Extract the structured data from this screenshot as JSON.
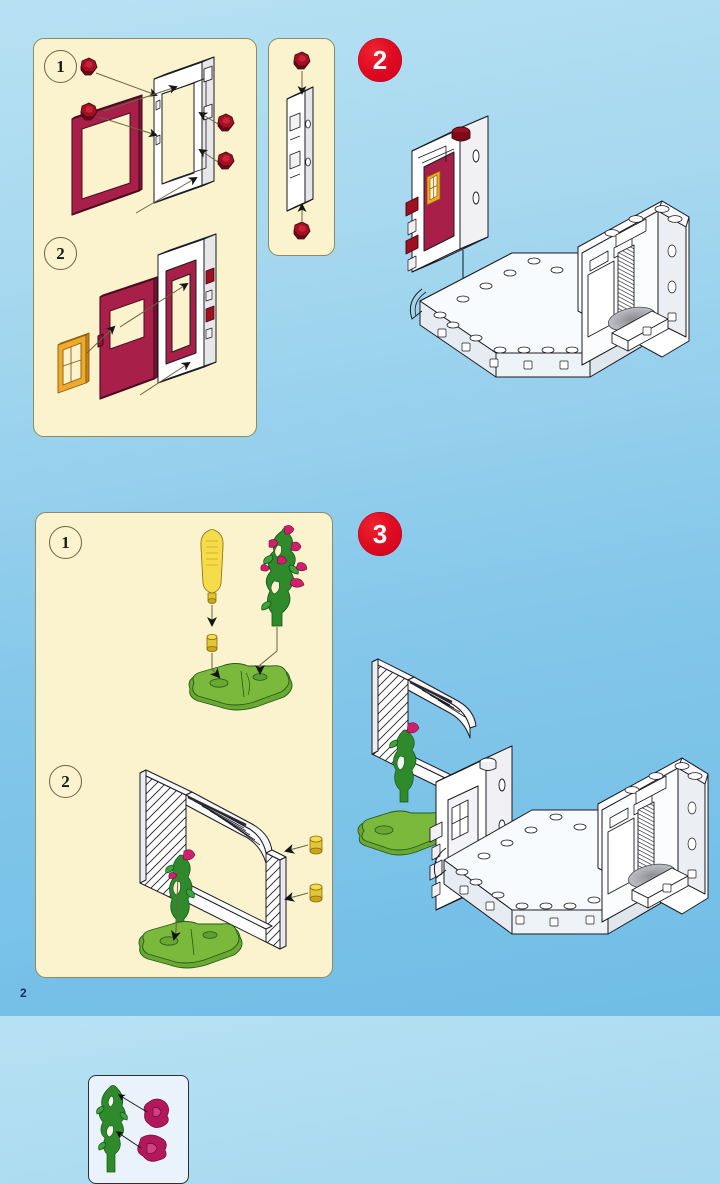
{
  "document": {
    "type": "toy-assembly-instruction-manual",
    "page_number": "2",
    "background_color_top": "#b7e1f3",
    "background_color_bottom": "#6fbde6"
  },
  "colors": {
    "panel_fill": "#fbf3ce",
    "panel_border": "#8d8a62",
    "step_badge_red": "#e00d22",
    "step_badge_text": "#ffffff",
    "part_white": "#ffffff",
    "part_outline": "#1b1b22",
    "part_crimson": "#a81f49",
    "part_darkred_peg": "#9e1020",
    "part_yellow_window": "#eeaa2c",
    "part_green_leaf": "#3f9b38",
    "part_green_base": "#5d9f32",
    "part_magenta_flower": "#cf1f6e",
    "part_yellow_tool": "#f4dc4a",
    "page_number_color": "#11306b"
  },
  "panels": [
    {
      "id": "panel-a",
      "name": "parts-panel-top-left",
      "substeps": [
        {
          "label": "1",
          "name": "substep-1",
          "description": "door frame assembly with crimson frame insert and four dark red pegs"
        },
        {
          "label": "2",
          "name": "substep-2",
          "description": "crimson door with yellow window pane inserted into frame"
        }
      ]
    },
    {
      "id": "panel-a-sub",
      "name": "parts-panel-top-left-secondary",
      "substeps": [],
      "description": "white hinge column with two dark red pegs, one above and one below"
    },
    {
      "id": "panel-b",
      "name": "parts-panel-bottom-left",
      "substeps": [
        {
          "label": "1",
          "name": "substep-1",
          "description": "green climbing plant with magenta flowers, yellow tool, green base plate"
        },
        {
          "label": "2",
          "name": "substep-2",
          "description": "white trellis arch fitted onto green base with two yellow pegs"
        }
      ],
      "inset": {
        "name": "inset-plants",
        "description": "green stem with magenta flower clusters attaching"
      }
    }
  ],
  "steps": [
    {
      "number": "2",
      "name": "step-2",
      "description": "Insert the assembled crimson door and white frame into the white base plate of the house"
    },
    {
      "number": "3",
      "name": "step-3",
      "description": "Attach the trellis with climbing plant and the door frame onto the house base"
    }
  ],
  "labels": {
    "substep_1": "1",
    "substep_2": "2",
    "step_2": "2",
    "step_3": "3",
    "page": "2"
  }
}
